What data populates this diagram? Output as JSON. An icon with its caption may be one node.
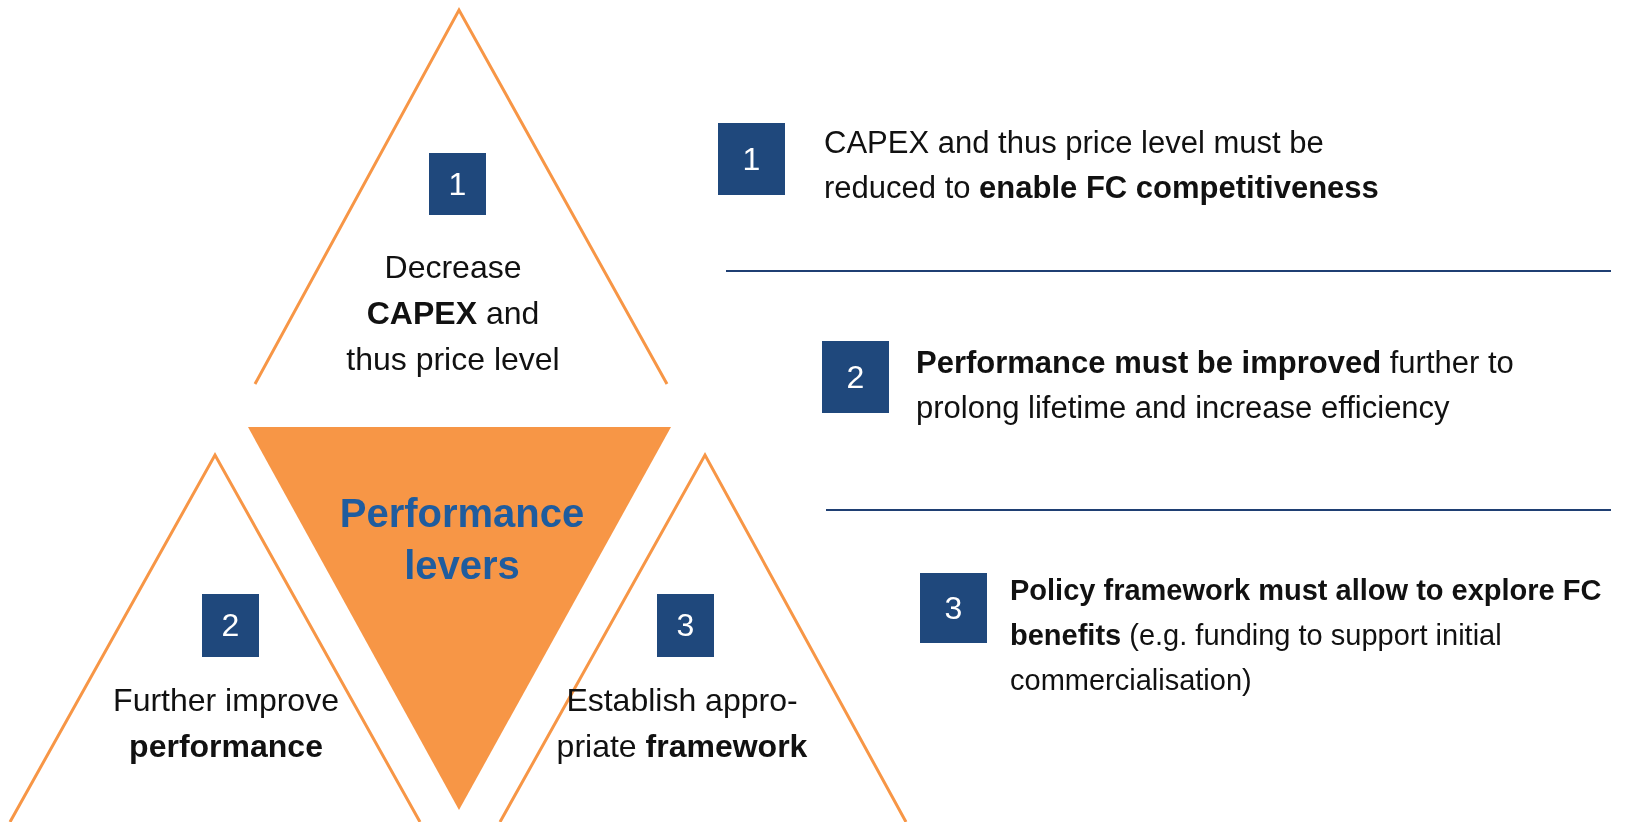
{
  "diagram": {
    "nodes": [
      {
        "text": [
          "Decrease **CAPEX** and thus price level"
        ]
      },
      {
        "text": [
          "1"
        ],
        "in": 0
      },
      {
        "text": [
          "Performance levers"
        ]
      },
      {
        "text": [
          "Further improve **performance**"
        ]
      },
      {
        "text": [
          "2"
        ],
        "in": 3
      },
      {
        "text": [
          "Establish appro- priate **framework**"
        ]
      },
      {
        "text": [
          "3"
        ],
        "in": 5
      },
      {
        "text": [
          "1"
        ],
        "beside": [
          "CAPEX and thus price level must be reduced to **enable FC competitiveness**"
        ]
      },
      {
        "text": [
          "2"
        ],
        "beside": [
          "**Performance must be improved** further to prolong lifetime and increase efficiency"
        ]
      },
      {
        "text": [
          "3"
        ],
        "beside": [
          "**Policy framework must allow to explore FC benefits** (e.g. funding to support initial commercialisation)"
        ]
      }
    ]
  }
}
